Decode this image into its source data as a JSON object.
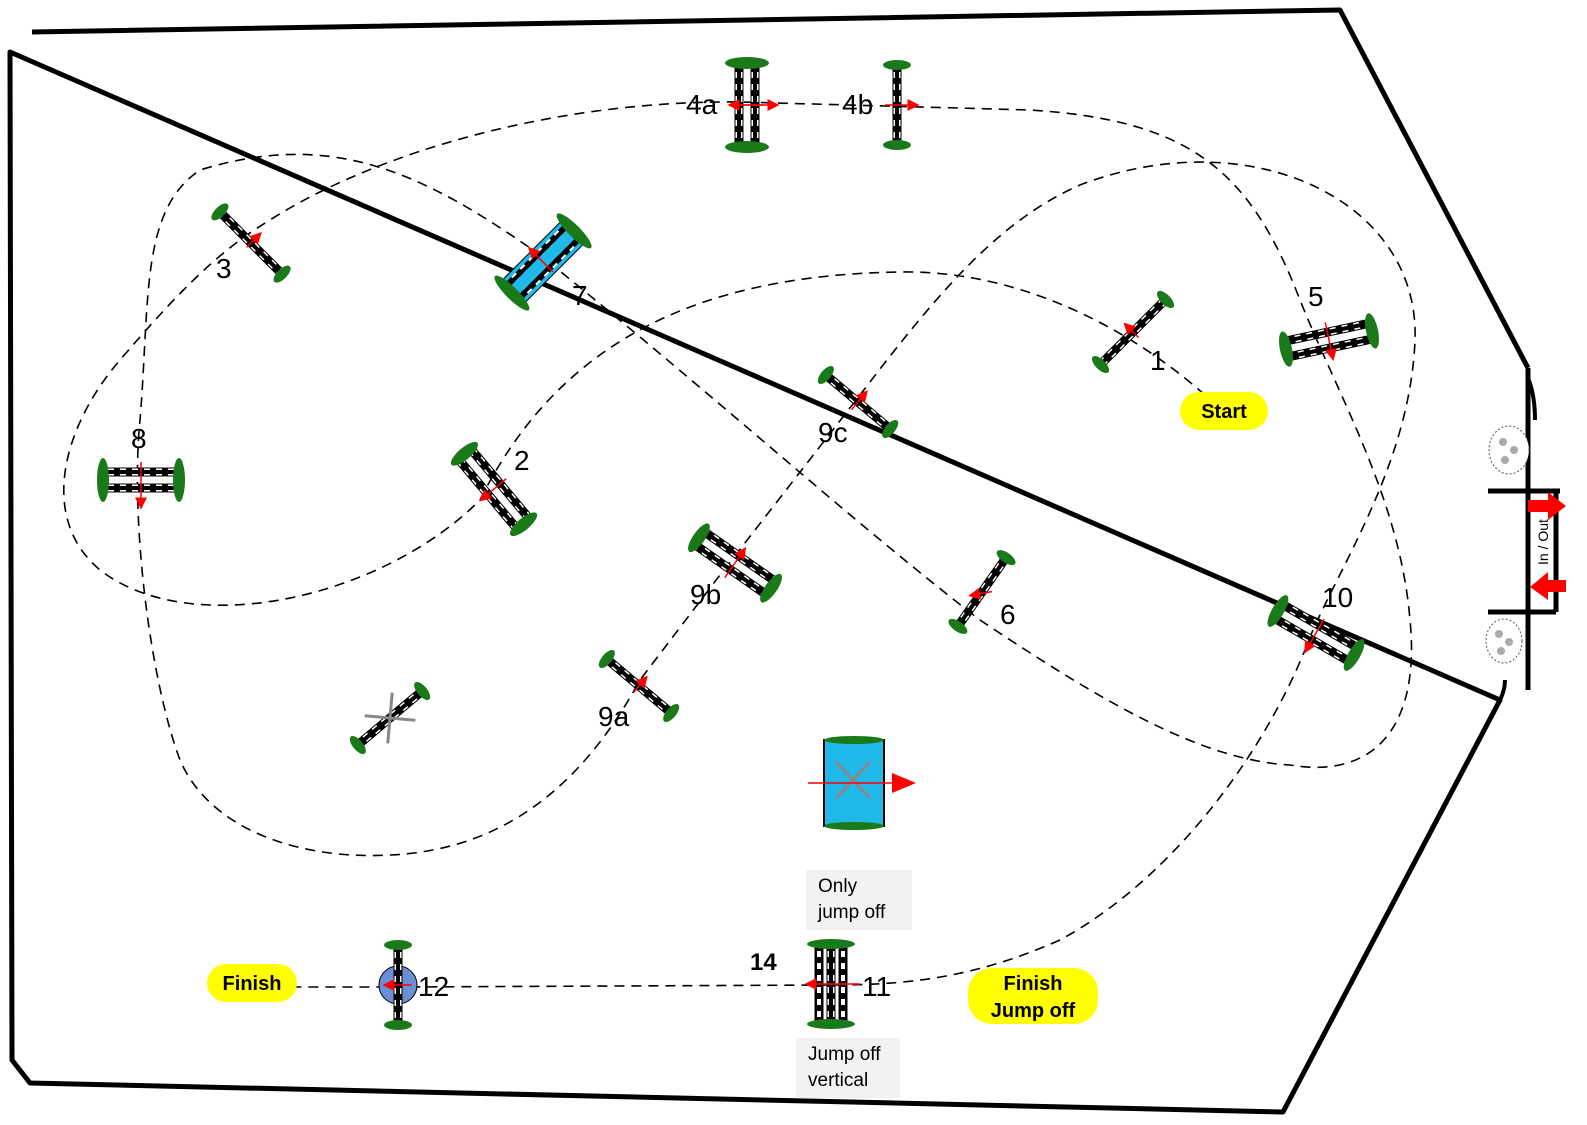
{
  "markers": {
    "start": "Start",
    "finish": "Finish",
    "finish_jump_off_line1": "Finish",
    "finish_jump_off_line2": "Jump off"
  },
  "labels": {
    "f1": "1",
    "f2": "2",
    "f3": "3",
    "f4a": "4a",
    "f4b": "4b",
    "f5": "5",
    "f6": "6",
    "f7": "7",
    "f8": "8",
    "f9a": "9a",
    "f9b": "9b",
    "f9c": "9c",
    "f10": "10",
    "f11": "11",
    "f12": "12",
    "f14": "14"
  },
  "notes": {
    "only_jump_off_line1": "Only",
    "only_jump_off_line2": "jump off",
    "jump_off_vertical_line1": "Jump off",
    "jump_off_vertical_line2": "vertical"
  },
  "gate": {
    "label": "In / Out"
  },
  "colors": {
    "pill": "#ffff00",
    "foliage": "#1a7a1a",
    "water": "#22aaee",
    "water_jump": "#1fb8e8",
    "arrow": "#ff0000",
    "disabled_fence": "#888888",
    "liverpool": "#6b8fd6"
  }
}
